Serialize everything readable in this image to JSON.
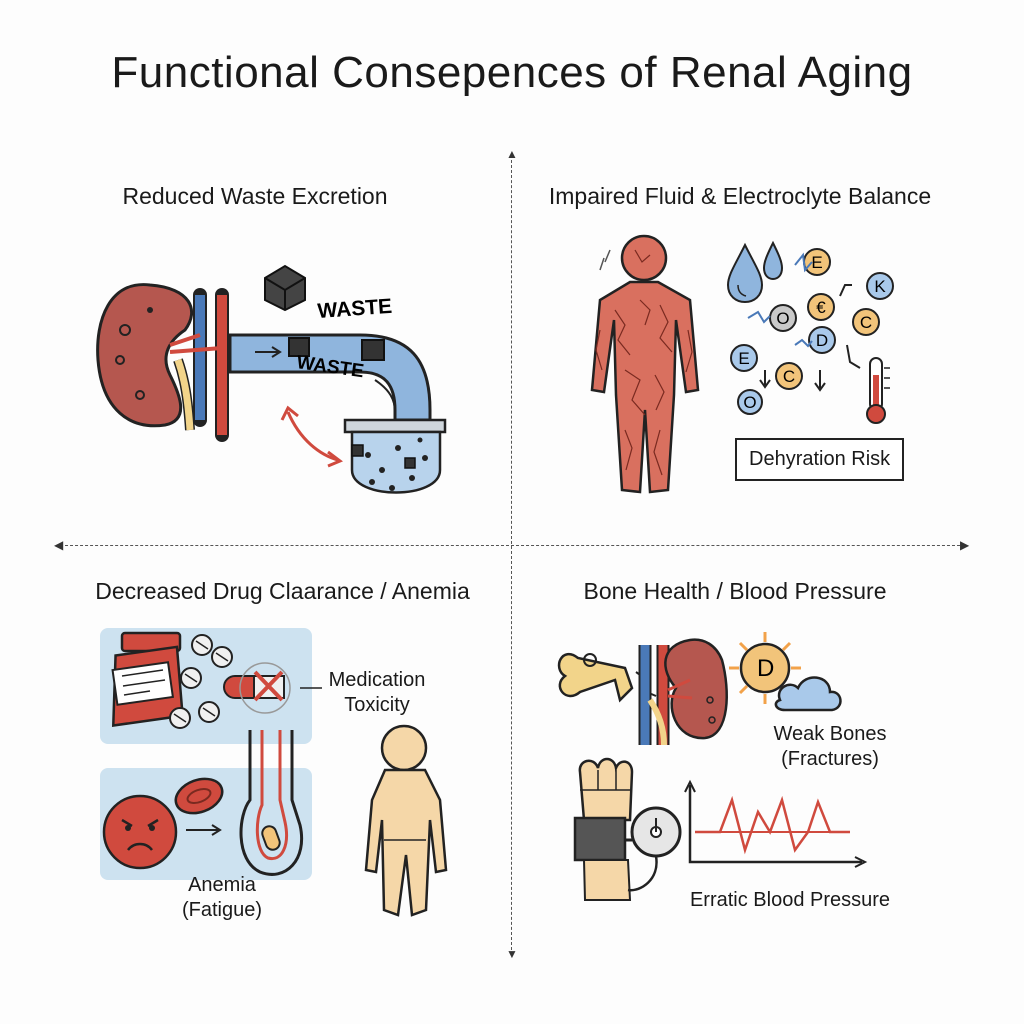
{
  "title": "Functional Consepences of Renal Aging",
  "quadrants": {
    "top_left": {
      "title": "Reduced Waste Excretion",
      "waste_labels": [
        "WASTE",
        "WASTE"
      ]
    },
    "top_right": {
      "title": "Impaired Fluid & Electroclyte Balance",
      "ions": [
        "E",
        "K",
        "€",
        "O",
        "C",
        "D",
        "E",
        "C",
        "O"
      ],
      "risk_label": "Dehyration Risk"
    },
    "bottom_left": {
      "title": "Decreased Drug Claarance / Anemia",
      "medication_label": "Medication\nToxicity",
      "anemia_label": "Anemia\n(Fatigue)"
    },
    "bottom_right": {
      "title": "Bone Health / Blood Pressure",
      "vitamin_letter": "D",
      "bones_label": "Weak Bones\n(Fractures)",
      "bp_label": "Erratic Blood Pressure"
    }
  },
  "colors": {
    "kidney": "#b5574f",
    "vessel_red": "#d04a3e",
    "vessel_blue": "#4a79b8",
    "pipe_blue": "#8fb5dd",
    "panel_blue": "#cde2f0",
    "skin": "#f5d7a8",
    "cracked_skin": "#d9705f"
  }
}
